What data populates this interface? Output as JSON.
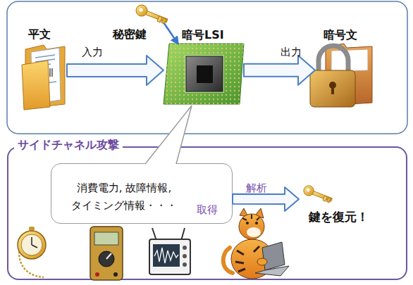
{
  "diagram": {
    "nodes": [
      {
        "text": [
          "平文"
        ]
      },
      {
        "text": [
          "秘密鍵"
        ]
      },
      {
        "text": [
          "暗号LSI"
        ]
      },
      {
        "text": [
          "暗号文"
        ]
      },
      {
        "text": [
          "サイドチャネル攻撃"
        ]
      },
      {
        "text": [
          "消費電力, 故障情報, タイミング情報・・・",
          "取得"
        ],
        "in": 4
      },
      {
        "text": [
          "鍵を復元！"
        ],
        "in": 4
      }
    ],
    "edges": [
      {
        "from": 0,
        "to": 2,
        "label": "入力",
        "arrow": "to"
      },
      {
        "from": 1,
        "to": 2,
        "arrow": "to"
      },
      {
        "from": 2,
        "to": 3,
        "label": "出力",
        "arrow": "to"
      },
      {
        "from": 5,
        "to": 6,
        "label": "解析",
        "arrow": "to"
      }
    ]
  }
}
